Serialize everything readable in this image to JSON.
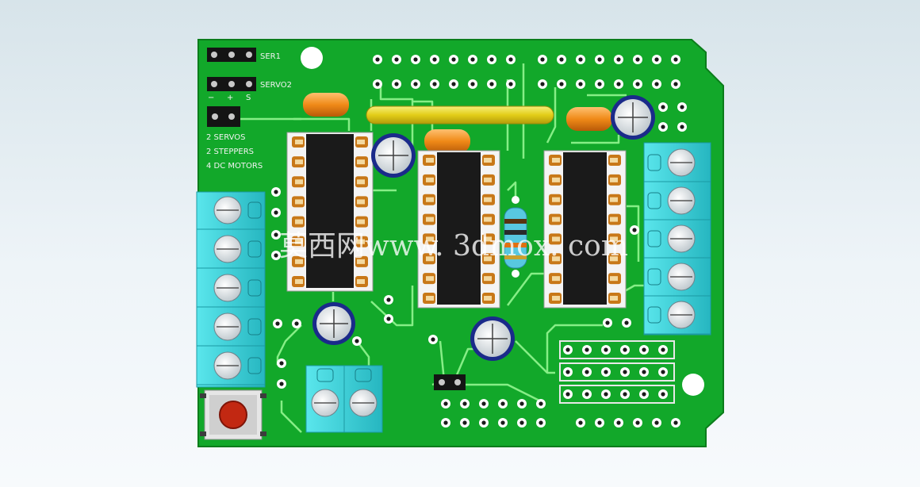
{
  "colors": {
    "board": "#12a82a",
    "board_edge": "#0b7d1b",
    "trace": "#8cf08c",
    "terminal": "#3ad5dc",
    "ic_body": "#1a1a1a",
    "cap_yellow": "#e8d21c",
    "cap_orange": "#f08a18",
    "electrolytic": "#1a2a8a",
    "button_red": "#c22812"
  },
  "silkscreen": {
    "ser1": "SER1",
    "servo2": "SERVO2",
    "pin_minus": "−",
    "pin_plus": "+",
    "pin_s": "S",
    "mode_line1": "2 SERVOS",
    "mode_line2": "2 STEPPERS",
    "mode_line3": "4 DC MOTORS"
  },
  "watermark": "莫西网www. 3dmox. com"
}
